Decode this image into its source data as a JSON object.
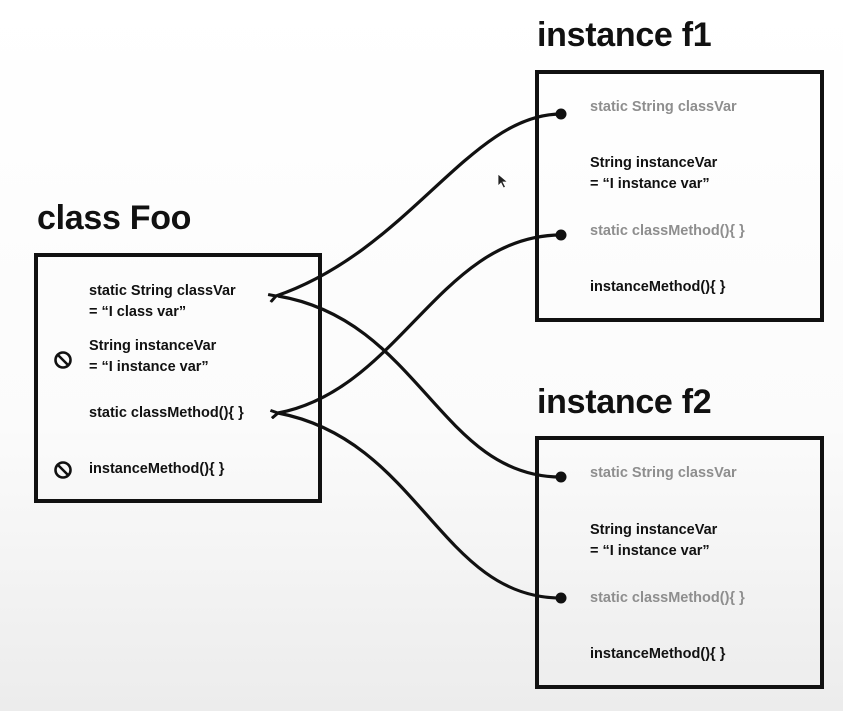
{
  "class_foo": {
    "title": "class Foo",
    "members": [
      {
        "line1": "static String classVar",
        "line2": "= “I class var”",
        "blocked": false
      },
      {
        "line1": "String instanceVar",
        "line2": "= “I instance var”",
        "blocked": true
      },
      {
        "line1": "static classMethod(){    }",
        "line2": "",
        "blocked": false
      },
      {
        "line1": "instanceMethod(){    }",
        "line2": "",
        "blocked": true
      }
    ]
  },
  "instance_f1": {
    "title": "instance f1",
    "members": [
      {
        "line1": "static String classVar",
        "line2": "",
        "style": "gray"
      },
      {
        "line1": "String instanceVar",
        "line2": "= “I instance var”",
        "style": "normal"
      },
      {
        "line1": "static classMethod(){    }",
        "line2": "",
        "style": "gray"
      },
      {
        "line1": "instanceMethod(){    }",
        "line2": "",
        "style": "normal"
      }
    ]
  },
  "instance_f2": {
    "title": "instance f2",
    "members": [
      {
        "line1": "static String classVar",
        "line2": "",
        "style": "gray"
      },
      {
        "line1": "String instanceVar",
        "line2": "= “I instance var”",
        "style": "normal"
      },
      {
        "line1": "static classMethod(){    }",
        "line2": "",
        "style": "gray"
      },
      {
        "line1": "instanceMethod(){    }",
        "line2": "",
        "style": "normal"
      }
    ]
  },
  "colors": {
    "ink": "#111111",
    "muted": "#8e8e8e"
  },
  "icons": {
    "blocked": "no-entry-icon",
    "pointer": "mouse-pointer-icon"
  }
}
